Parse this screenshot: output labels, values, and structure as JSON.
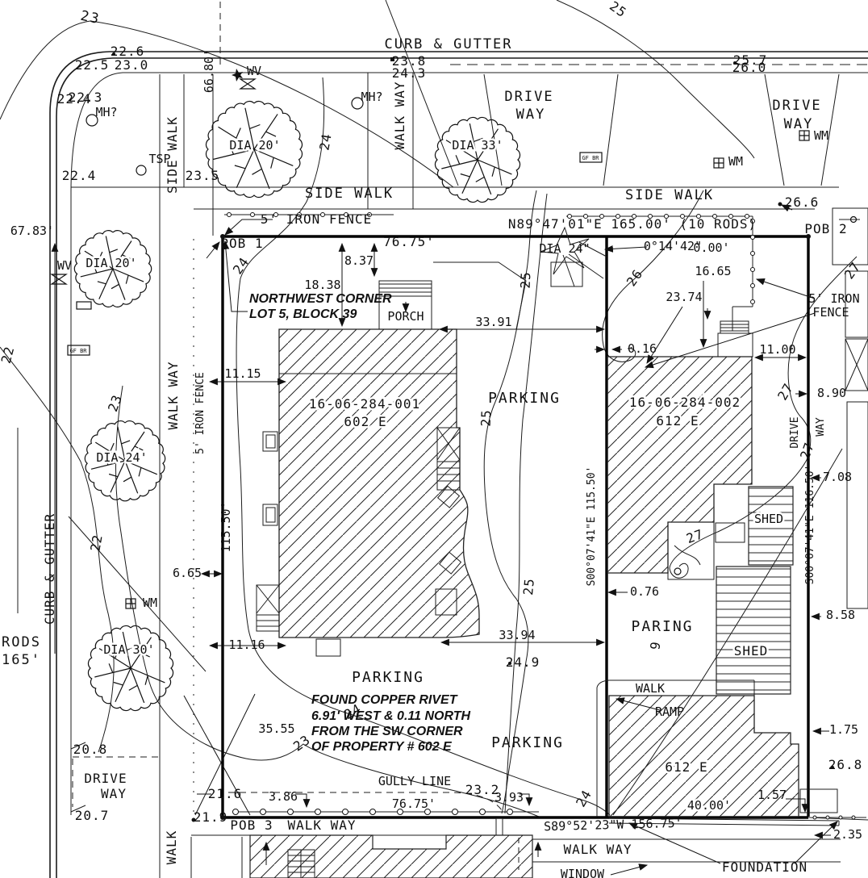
{
  "labels": {
    "curb": "CURB & GUTTER",
    "sidewalk": "SIDE WALK",
    "walkway": "WALK WAY",
    "walk": "WALK",
    "drive": "DRIVE",
    "way": "WAY",
    "gully": "GULLY LINE",
    "parking": "PARKING",
    "paring": "PARING",
    "porch": "PORCH",
    "shed": "SHED",
    "ramp": "RAMP",
    "foundation": "FOUNDATION",
    "window": "WINDOW",
    "fence": "5' IRON FENCE",
    "fence_r1": "5' IRON",
    "fence_r2": "FENCE",
    "pob1": "POB 1",
    "pob2": "POB 2",
    "pob3": "POB 3",
    "rods": "RODS",
    "rods_len": "165'"
  },
  "bearings": {
    "north": "N89°47'01\"E 165.00' (10 RODS)",
    "south": "S89°52'23\"W 156.75'",
    "mid": "S00°07'41\"E 115.50'",
    "east": "S00°07'41\"E 116.50'",
    "west_len": "115.50'",
    "dev": "0°14'42\"",
    "dev_dist": "0.00'",
    "len_top": "66.80'",
    "len_left": "67.83'"
  },
  "parcels": {
    "p1_id": "16-06-284-001",
    "p1_addr": "602 E",
    "p2_id": "16-06-284-002",
    "p2_addr": "612 E"
  },
  "notes": {
    "nw1": "NORTHWEST CORNER",
    "nw2": "LOT 5, BLOCK 39",
    "rivet1": "FOUND COPPER RIVET",
    "rivet2": "6.91' WEST & 0.11 NORTH",
    "rivet3": "FROM THE SW CORNER",
    "rivet4": "OF PROPERTY  # 602 E"
  },
  "trees": {
    "t20": "DIA 20'",
    "t33": "DIA 33'",
    "t24": "DIA 24'",
    "t30": "DIA 30'",
    "t_star": "DIA 24\""
  },
  "dims": {
    "d837": "8.37",
    "d1838": "18.38",
    "d7675": "76.75'",
    "d3391": "33.91",
    "d3394": "33.94",
    "d1115": "11.15",
    "d1116": "11.16",
    "d665": "6.65",
    "d3555": "35.55",
    "d386": "3.86",
    "d393": "3.93",
    "d016": "0.16",
    "d1100": "11.00",
    "d890": "8.90",
    "d076": "0.76",
    "d1665": "16.65",
    "d2374": "23.74",
    "d157": "1.57",
    "d175": "1.75",
    "d235": "2.35",
    "d858": "8.58",
    "d4000": "40.00'",
    "d708": "7.08"
  },
  "contours": {
    "c22": "22",
    "c23": "23",
    "c24": "24",
    "c25": "25",
    "c26": "26",
    "c27": "27",
    "c9": "9"
  },
  "spots": {
    "s226": "22.6",
    "s225": "22.5",
    "s230": "23.0",
    "s223": "22.3",
    "s224": "22.4",
    "s238": "23.8",
    "s243": "24.3",
    "s257": "25.7",
    "s260": "26.0",
    "s266": "26.6",
    "s235": "23.5",
    "s208": "20.8",
    "s207": "20.7",
    "s216": "21.6",
    "s219": "21.9",
    "s232": "23.2",
    "s249": "24.9",
    "s268": "26.8"
  },
  "symbols": {
    "wv": "WV",
    "wm": "WM",
    "mh": "MH?",
    "tsp": "TSP",
    "gfbr": "GF BR"
  }
}
